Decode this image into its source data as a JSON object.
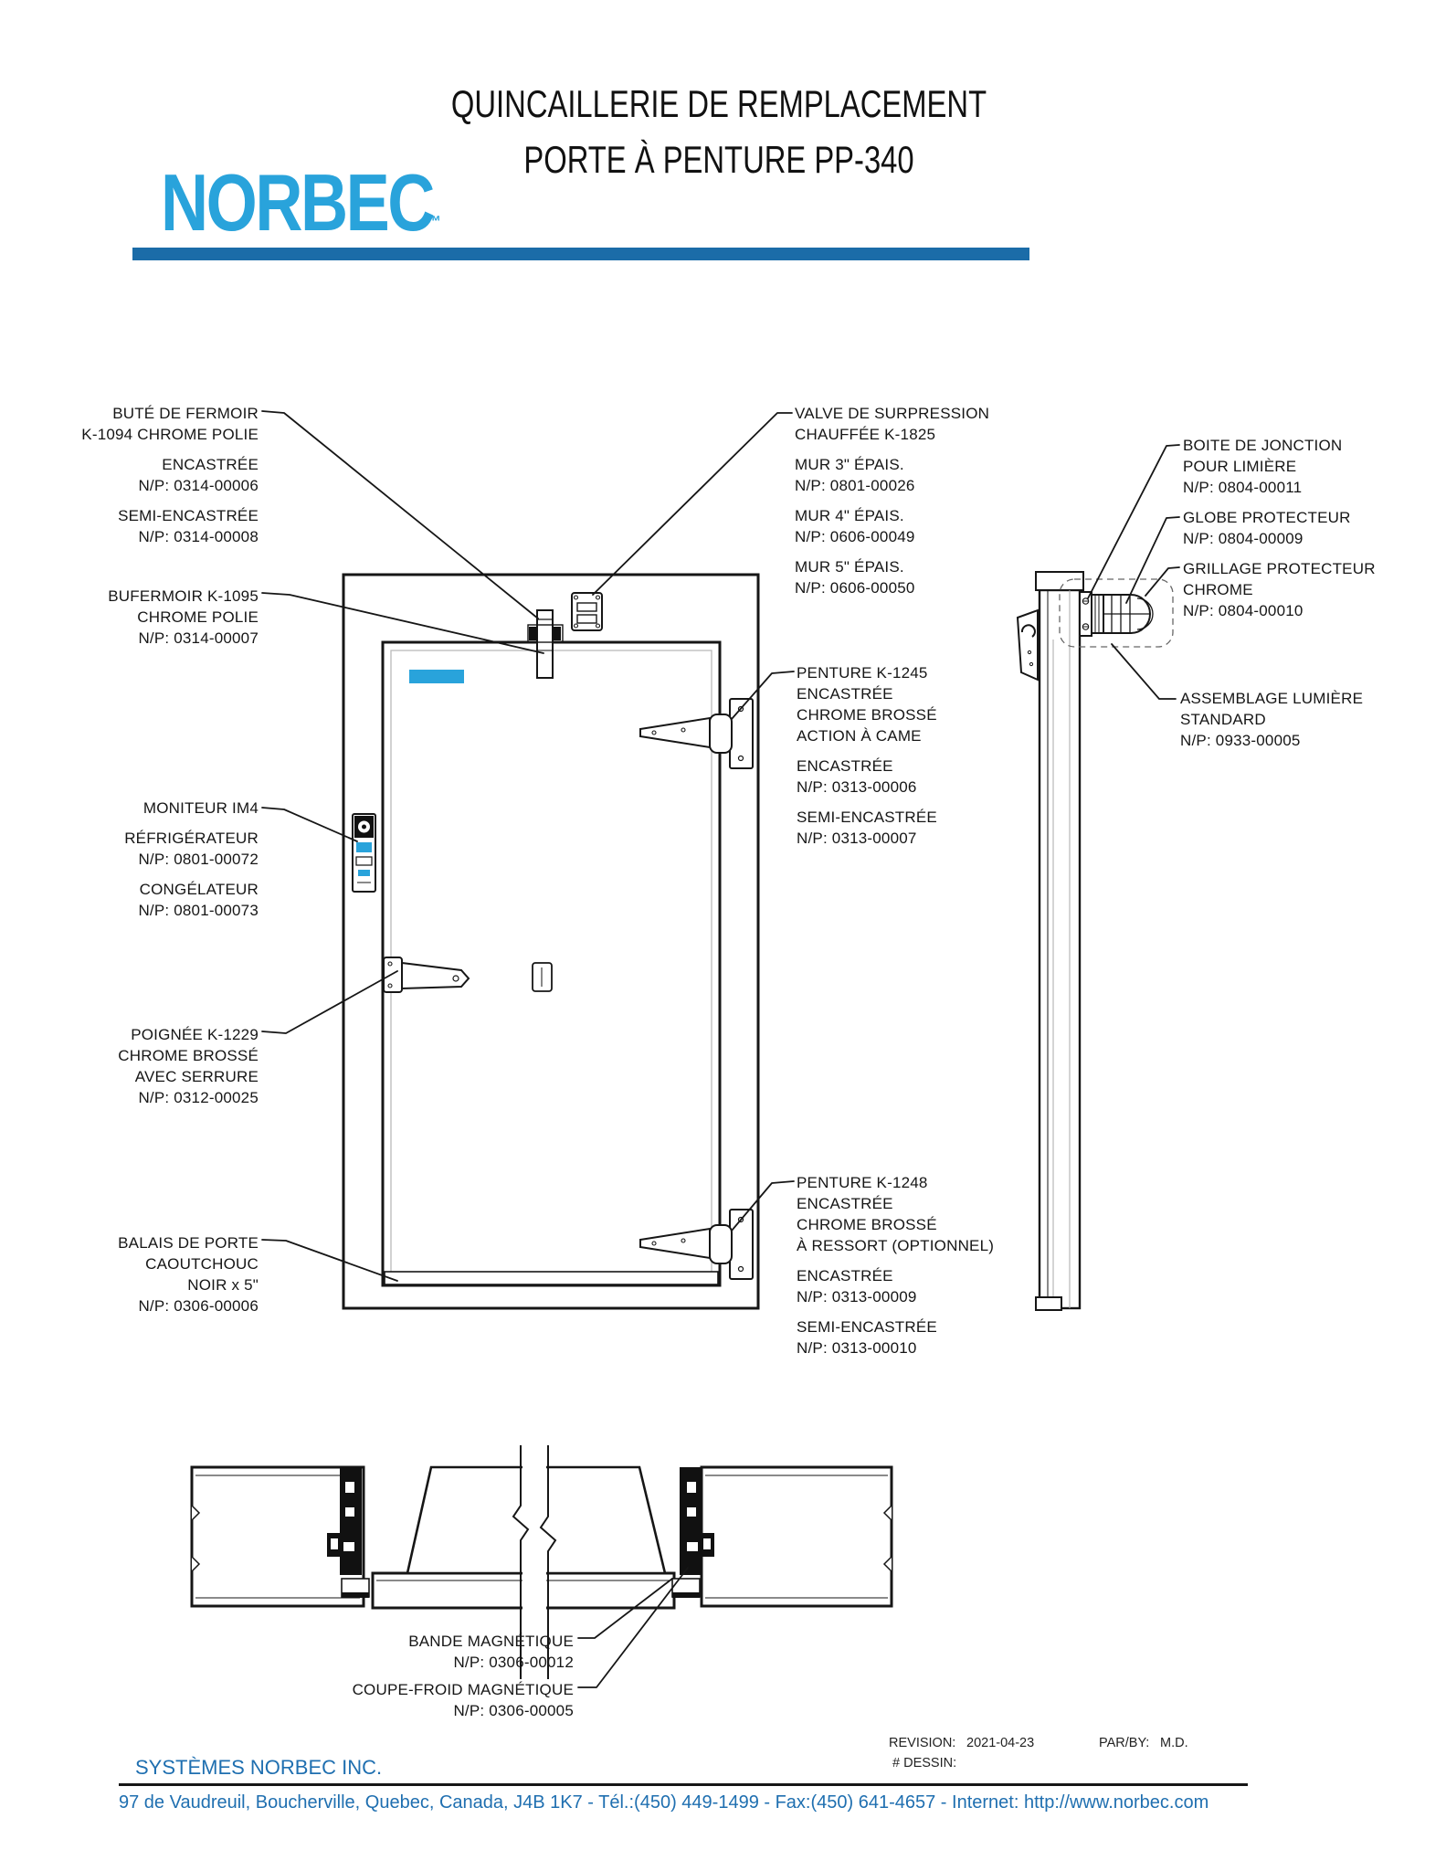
{
  "header": {
    "logo_text": "NORBEC",
    "logo_tm": "™",
    "title_line1": "QUINCAILLERIE DE REMPLACEMENT",
    "title_line2": "PORTE À PENTURE PP-340"
  },
  "colors": {
    "logo_blue": "#29A3DB",
    "bar_blue": "#1B6CA8",
    "footer_blue": "#1F6FB0"
  },
  "callouts": {
    "bute": {
      "groups": [
        [
          "BUTÉ DE FERMOIR",
          "K-1094 CHROME POLIE"
        ],
        [
          "ENCASTRÉE",
          "N/P: 0314-00006"
        ],
        [
          "SEMI-ENCASTRÉE",
          "N/P: 0314-00008"
        ]
      ]
    },
    "bufermoir": {
      "groups": [
        [
          "BUFERMOIR K-1095",
          "CHROME POLIE",
          "N/P: 0314-00007"
        ]
      ]
    },
    "moniteur": {
      "groups": [
        [
          "MONITEUR IM4"
        ],
        [
          "RÉFRIGÉRATEUR",
          "N/P: 0801-00072"
        ],
        [
          "CONGÉLATEUR",
          "N/P: 0801-00073"
        ]
      ]
    },
    "poignee": {
      "groups": [
        [
          "POIGNÉE K-1229",
          "CHROME BROSSÉ",
          "AVEC SERRURE",
          "N/P: 0312-00025"
        ]
      ]
    },
    "balais": {
      "groups": [
        [
          "BALAIS DE PORTE",
          "CAOUTCHOUC",
          "NOIR x 5\"",
          "N/P: 0306-00006"
        ]
      ]
    },
    "valve": {
      "groups": [
        [
          "VALVE DE SURPRESSION",
          "CHAUFFÉE K-1825"
        ],
        [
          "MUR 3\" ÉPAIS.",
          "N/P: 0801-00026"
        ],
        [
          "MUR 4\" ÉPAIS.",
          "N/P: 0606-00049"
        ],
        [
          "MUR 5\" ÉPAIS.",
          "N/P: 0606-00050"
        ]
      ]
    },
    "penture1245": {
      "groups": [
        [
          "PENTURE K-1245",
          "ENCASTRÉE",
          "CHROME BROSSÉ",
          "ACTION À CAME"
        ],
        [
          "ENCASTRÉE",
          "N/P: 0313-00006"
        ],
        [
          "SEMI-ENCASTRÉE",
          "N/P: 0313-00007"
        ]
      ]
    },
    "penture1248": {
      "groups": [
        [
          "PENTURE K-1248",
          "ENCASTRÉE",
          "CHROME BROSSÉ",
          "À RESSORT (OPTIONNEL)"
        ],
        [
          "ENCASTRÉE",
          "N/P: 0313-00009"
        ],
        [
          "SEMI-ENCASTRÉE",
          "N/P: 0313-00010"
        ]
      ]
    },
    "boite": {
      "groups": [
        [
          "BOITE DE JONCTION",
          "POUR LIMIÈRE",
          "N/P: 0804-00011"
        ]
      ]
    },
    "globe": {
      "groups": [
        [
          "GLOBE PROTECTEUR",
          "N/P: 0804-00009"
        ]
      ]
    },
    "grillage": {
      "groups": [
        [
          "GRILLAGE PROTECTEUR",
          "CHROME",
          "N/P: 0804-00010"
        ]
      ]
    },
    "assemblage": {
      "groups": [
        [
          "ASSEMBLAGE LUMIÈRE",
          "STANDARD",
          "N/P: 0933-00005"
        ]
      ]
    },
    "bande": {
      "groups": [
        [
          "BANDE MAGNÉTIQUE",
          "N/P: 0306-00012"
        ]
      ]
    },
    "coupefroid": {
      "groups": [
        [
          "COUPE-FROID MAGNÉTIQUE",
          "N/P: 0306-00005"
        ]
      ]
    }
  },
  "footer": {
    "company": "SYSTÈMES NORBEC INC.",
    "address": "97 de Vaudreuil, Boucherville, Quebec, Canada, J4B 1K7 - Tél.:(450) 449-1499 - Fax:(450) 641-4657 - Internet: http://www.norbec.com",
    "revision_label": "REVISION:",
    "revision_value": "2021-04-23",
    "parby_label": "PAR/BY:",
    "parby_value": "M.D.",
    "dessin_label": "# DESSIN:"
  }
}
